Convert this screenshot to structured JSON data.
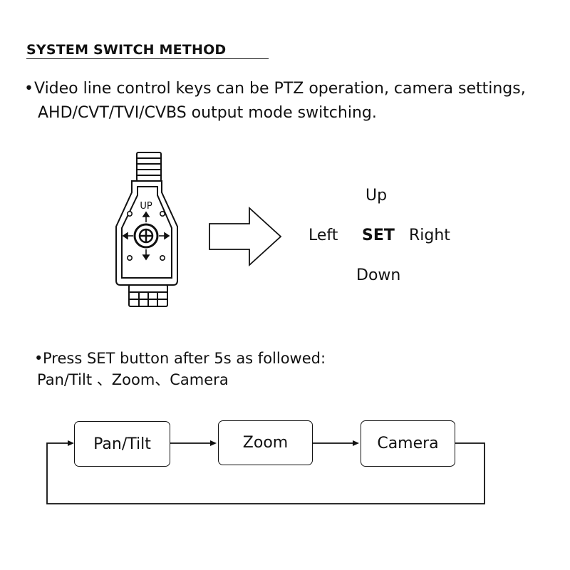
{
  "heading": "SYSTEM SWITCH METHOD",
  "bullet1": {
    "marker": "•",
    "line1": "Video line control keys can be PTZ operation, camera settings,",
    "line2": "AHD/CVT/TVI/CVBS output mode switching."
  },
  "remote": {
    "label": "UP",
    "icon": "joystick-controller-icon"
  },
  "directions": {
    "up": "Up",
    "left": "Left",
    "set": "SET",
    "right": "Right",
    "down": "Down"
  },
  "bullet2": {
    "marker": "•",
    "line1": "Press SET button after 5s as followed:",
    "line2": "Pan/Tilt 、Zoom、Camera"
  },
  "flow": {
    "steps": [
      "Pan/Tilt",
      "Zoom",
      "Camera"
    ]
  }
}
